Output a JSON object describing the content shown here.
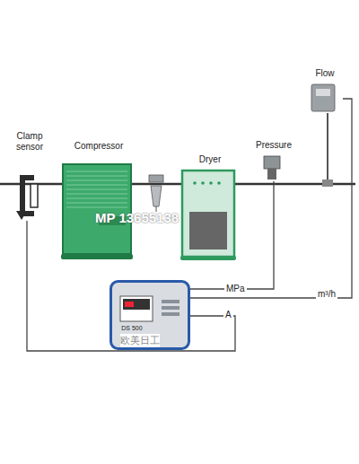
{
  "diagram": {
    "nodes": [
      {
        "text": [
          "Clamp sensor"
        ]
      },
      {
        "text": [
          "Compressor"
        ]
      },
      {
        "text": [
          "Dryer"
        ]
      },
      {
        "text": [
          "Pressure"
        ]
      },
      {
        "text": [
          "Flow"
        ]
      },
      {
        "text": [
          "DS 500"
        ]
      }
    ],
    "edges": [
      {
        "from": 3,
        "to": 5,
        "label": "MPa",
        "arrow": "none"
      },
      {
        "from": 4,
        "to": 5,
        "label": "m³/h",
        "arrow": "none"
      },
      {
        "from": 0,
        "to": 5,
        "label": "A",
        "arrow": "none"
      }
    ],
    "labels": [
      "MP 13655138",
      "欧美日工"
    ]
  }
}
